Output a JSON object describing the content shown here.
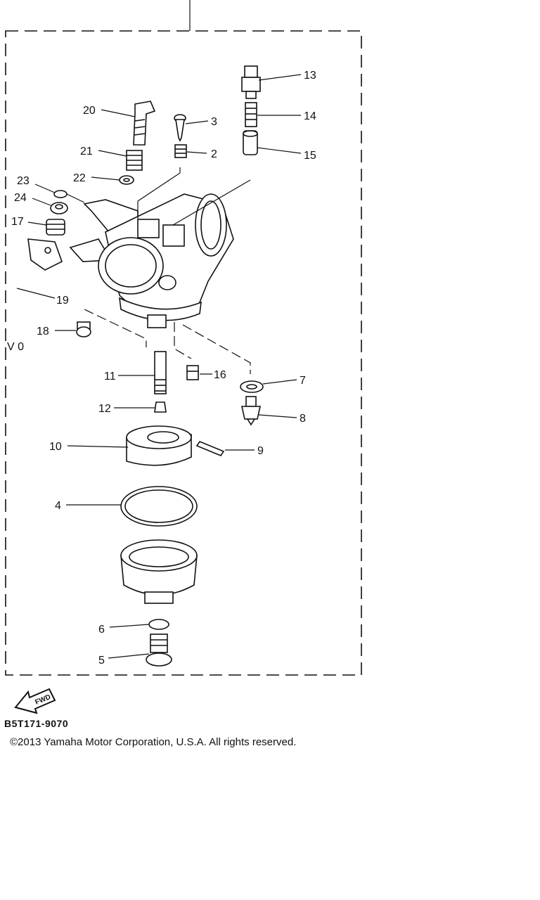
{
  "diagram": {
    "callouts": [
      {
        "label": "13"
      },
      {
        "label": "14"
      },
      {
        "label": "15"
      },
      {
        "label": "20"
      },
      {
        "label": "3"
      },
      {
        "label": "2"
      },
      {
        "label": "21"
      },
      {
        "label": "22"
      },
      {
        "label": "23"
      },
      {
        "label": "24"
      },
      {
        "label": "17"
      },
      {
        "label": "19"
      },
      {
        "label": "18"
      },
      {
        "label": "11"
      },
      {
        "label": "16"
      },
      {
        "label": "7"
      },
      {
        "label": "12"
      },
      {
        "label": "8"
      },
      {
        "label": "10"
      },
      {
        "label": "9"
      },
      {
        "label": "4"
      },
      {
        "label": "6"
      },
      {
        "label": "5"
      }
    ],
    "fwd_badge": "FWD",
    "hose_marks": "V 0"
  },
  "footer": {
    "drawing_code": "B5T171-9070",
    "copyright": "©2013 Yamaha Motor Corporation, U.S.A. All rights reserved."
  }
}
